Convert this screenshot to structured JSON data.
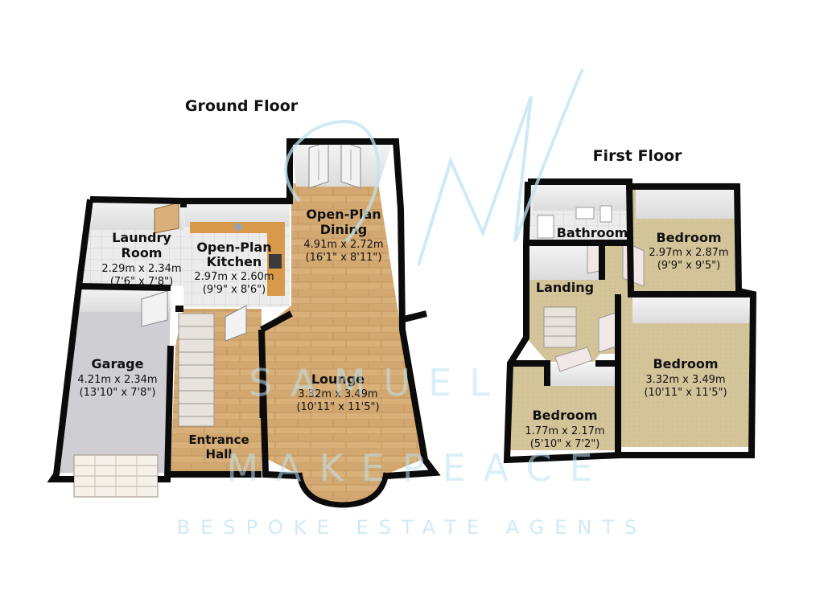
{
  "floors": {
    "ground": {
      "title": "Ground Floor"
    },
    "first": {
      "title": "First Floor"
    }
  },
  "rooms": {
    "laundry": {
      "name_1": "Laundry",
      "name_2": "Room",
      "metric": "2.29m x 2.34m",
      "imperial": "(7'6\" x 7'8\")"
    },
    "kitchen": {
      "name_1": "Open-Plan",
      "name_2": "Kitchen",
      "metric": "2.97m x 2.60m",
      "imperial": "(9'9\" x 8'6\")"
    },
    "dining": {
      "name_1": "Open-Plan",
      "name_2": "Dining",
      "metric": "4.91m x 2.72m",
      "imperial": "(16'1\" x 8'11\")"
    },
    "garage": {
      "name": "Garage",
      "metric": "4.21m x 2.34m",
      "imperial": "(13'10\" x 7'8\")"
    },
    "lounge": {
      "name": "Lounge",
      "metric": "3.32m x 3.49m",
      "imperial": "(10'11\" x 11'5\")"
    },
    "hall": {
      "name_1": "Entrance",
      "name_2": "Hall"
    },
    "bathroom": {
      "name": "Bathroom"
    },
    "bedroom_rear": {
      "name": "Bedroom",
      "metric": "2.97m x 2.87m",
      "imperial": "(9'9\" x 9'5\")"
    },
    "landing": {
      "name": "Landing"
    },
    "bedroom_front": {
      "name": "Bedroom",
      "metric": "3.32m x 3.49m",
      "imperial": "(10'11\" x 11'5\")"
    },
    "bedroom_small": {
      "name": "Bedroom",
      "metric": "1.77m x 2.17m",
      "imperial": "(5'10\" x 7'2\")"
    }
  },
  "watermark": {
    "line_1": "SAMUEL",
    "line_2": "MAKEPEACE",
    "tagline": "BESPOKE ESTATE AGENTS",
    "logo_letters": "SM"
  },
  "colors": {
    "wall": "#0b0b0b",
    "wood_floor": "#d9b07a",
    "carpet": "#d2c39a",
    "tile_floor": "#e6e6e6",
    "garage_floor": "#cfcfd3",
    "watermark": "#bfe3f3"
  }
}
